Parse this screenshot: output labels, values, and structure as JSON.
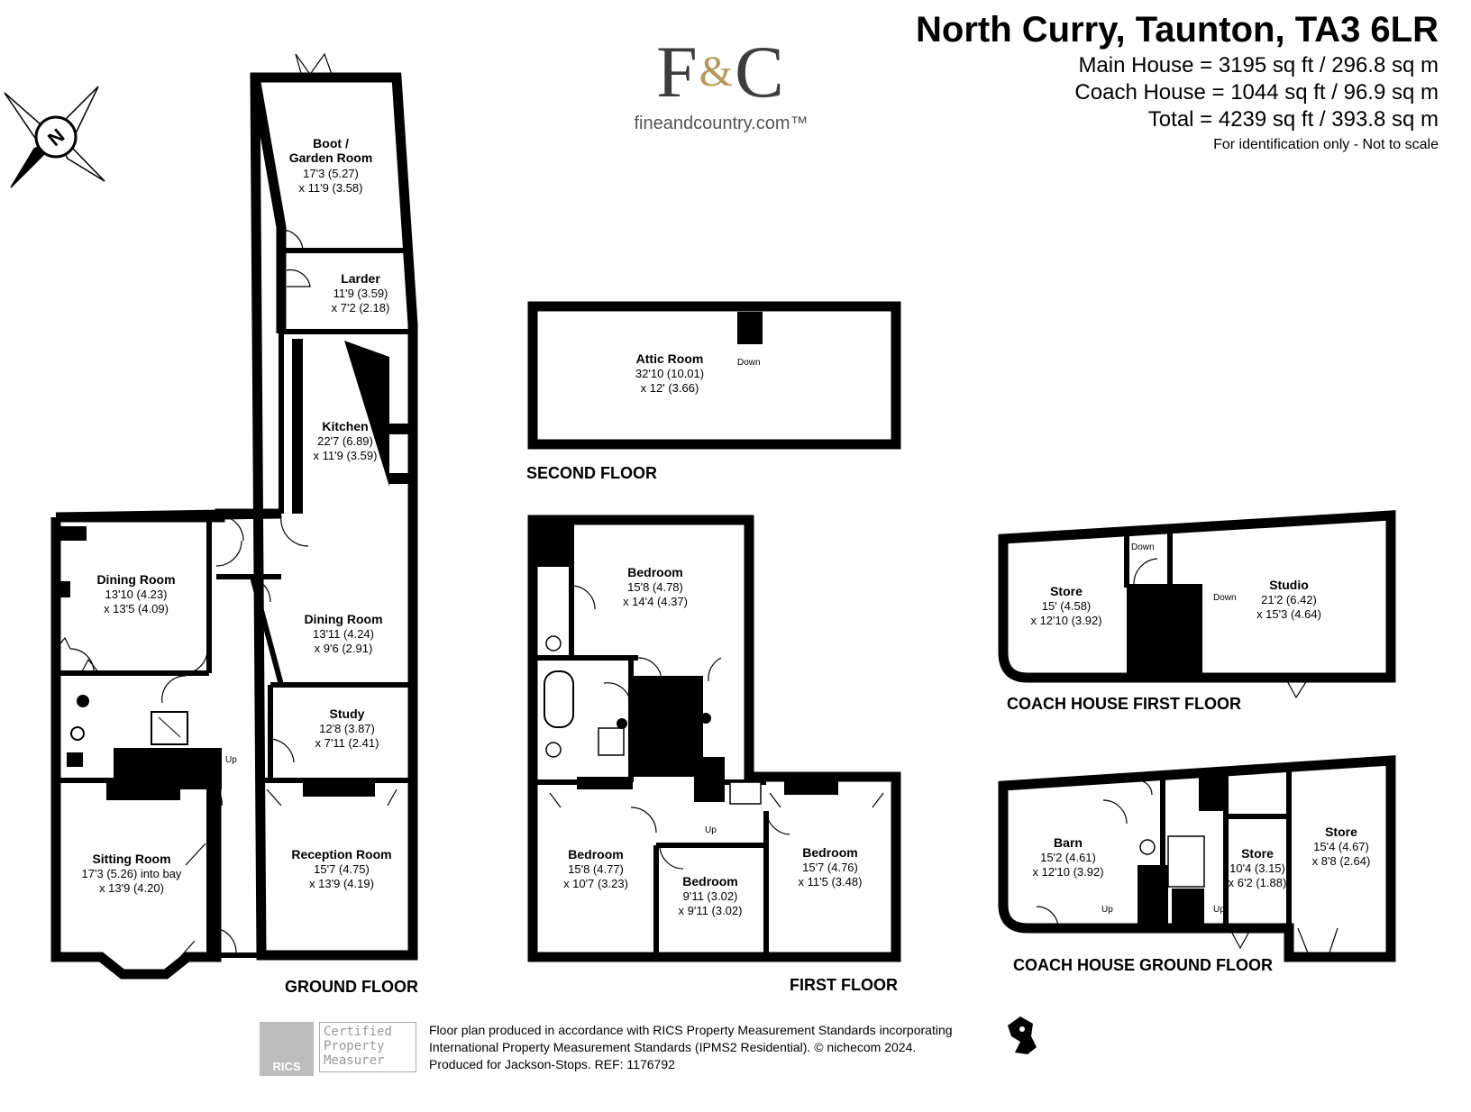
{
  "header": {
    "address": "North Curry, Taunton, TA3 6LR",
    "areas": [
      "Main House = 3195 sq ft / 296.8 sq m",
      "Coach House = 1044 sq ft / 96.9 sq m",
      "Total = 4239 sq ft / 393.8 sq m"
    ],
    "identification": "For identification only - Not to scale"
  },
  "logo": {
    "mark": "F&C",
    "url": "fineandcountry.com™"
  },
  "compass": {
    "label": "N"
  },
  "floors": {
    "ground": "GROUND FLOOR",
    "first": "FIRST FLOOR",
    "second": "SECOND FLOOR",
    "coach_first": "COACH HOUSE FIRST FLOOR",
    "coach_ground": "COACH HOUSE GROUND FLOOR"
  },
  "rooms": {
    "boot": {
      "name1": "Boot /",
      "name2": "Garden Room",
      "dim1": "17'3 (5.27)",
      "dim2": "x 11'9 (3.58)"
    },
    "larder": {
      "name": "Larder",
      "dim1": "11'9 (3.59)",
      "dim2": "x 7'2 (2.18)"
    },
    "kitchen": {
      "name": "Kitchen",
      "dim1": "22'7 (6.89)",
      "dim2": "x 11'9 (3.59)"
    },
    "dining1": {
      "name": "Dining Room",
      "dim1": "13'10 (4.23)",
      "dim2": "x 13'5 (4.09)"
    },
    "dining2": {
      "name": "Dining Room",
      "dim1": "13'11 (4.24)",
      "dim2": "x 9'6 (2.91)"
    },
    "study": {
      "name": "Study",
      "dim1": "12'8 (3.87)",
      "dim2": "x 7'11 (2.41)"
    },
    "sitting": {
      "name": "Sitting Room",
      "dim1": "17'3 (5.26) into bay",
      "dim2": "x 13'9 (4.20)"
    },
    "reception": {
      "name": "Reception Room",
      "dim1": "15'7 (4.75)",
      "dim2": "x 13'9 (4.19)"
    },
    "attic": {
      "name": "Attic Room",
      "dim1": "32'10 (10.01)",
      "dim2": "x 12' (3.66)"
    },
    "bed1": {
      "name": "Bedroom",
      "dim1": "15'8 (4.78)",
      "dim2": "x 14'4 (4.37)"
    },
    "bed2": {
      "name": "Bedroom",
      "dim1": "15'8 (4.77)",
      "dim2": "x 10'7 (3.23)"
    },
    "bed3": {
      "name": "Bedroom",
      "dim1": "9'11 (3.02)",
      "dim2": "x 9'11 (3.02)"
    },
    "bed4": {
      "name": "Bedroom",
      "dim1": "15'7 (4.76)",
      "dim2": "x 11'5 (3.48)"
    },
    "store_cf": {
      "name": "Store",
      "dim1": "15' (4.58)",
      "dim2": "x 12'10 (3.92)"
    },
    "studio": {
      "name": "Studio",
      "dim1": "21'2 (6.42)",
      "dim2": "x 15'3 (4.64)"
    },
    "barn": {
      "name": "Barn",
      "dim1": "15'2 (4.61)",
      "dim2": "x 12'10 (3.92)"
    },
    "store_cg1": {
      "name": "Store",
      "dim1": "10'4 (3.15)",
      "dim2": "x 6'2 (1.88)"
    },
    "store_cg2": {
      "name": "Store",
      "dim1": "15'4 (4.67)",
      "dim2": "x 8'8 (2.64)"
    }
  },
  "stairs": {
    "up": "Up",
    "down": "Down"
  },
  "footer": {
    "line1": "Floor plan produced in accordance with RICS Property Measurement Standards incorporating",
    "line2": "International Property Measurement Standards (IPMS2 Residential).  © nichecom  2024.",
    "line3": "Produced for Jackson-Stops.   REF:  1176792"
  },
  "rics": {
    "mark": "RICS",
    "line1": "Certified",
    "line2": "Property",
    "line3": "Measurer"
  }
}
